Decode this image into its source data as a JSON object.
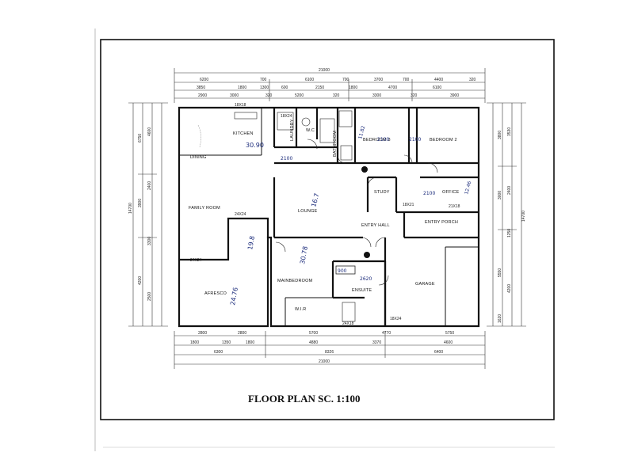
{
  "title": "FLOOR PLAN SC. 1:100",
  "rooms": {
    "kitchen": "KITCHEN",
    "dining": "DINING",
    "family": "FAMILY ROOM",
    "laundry": "LAUNDRY",
    "wc": "W.C",
    "bathroom": "BATHROOM",
    "bed3": "BEDROOM 3",
    "bed2": "BEDROOM 2",
    "study": "STUDY",
    "office": "OFFICE",
    "lounge": "LOUNGE",
    "entry_hall": "ENTRY HALL",
    "entry_porch": "ENTRY PORCH",
    "alfresco": "AFRESCO",
    "main_bed": "MAINBEDROOM",
    "wir": "W.I.R",
    "ensuite": "ENSUITE",
    "garage": "GARAGE"
  },
  "dims_top": {
    "overall": "21000",
    "row2": [
      "6200",
      "700",
      "6100",
      "700",
      "3700",
      "700",
      "4400",
      "320"
    ],
    "row3": [
      "3850",
      "1800",
      "1300",
      "600",
      "2150",
      "1800",
      "4700",
      "6100"
    ],
    "row4": [
      "2900",
      "3000",
      "320",
      "5200",
      "320",
      "3300",
      "320",
      "3900"
    ]
  },
  "dims_bottom": {
    "overall": "21000",
    "row1": [
      "2800",
      "2800",
      "5700",
      "4770",
      "5750"
    ],
    "row2": [
      "1800",
      "1350",
      "1800",
      "4880",
      "3370",
      "4600"
    ],
    "row3": [
      "6300",
      "8326",
      "6400"
    ]
  },
  "dims_left": {
    "overall": "14700",
    "row1": [
      "6750",
      "3900",
      "4200"
    ],
    "row2": [
      "4600",
      "2400",
      "3300",
      "2500"
    ]
  },
  "dims_right": {
    "overall": "14700",
    "row1": [
      "3800",
      "3000",
      "5550",
      "1620"
    ],
    "row2": [
      "3530",
      "2400",
      "1250",
      "4200"
    ]
  },
  "window_tags": {
    "w1": "18X18",
    "w2": "18X24",
    "w3": "24X24",
    "w4": "24X24",
    "w5": "18X24",
    "w6": "21X18",
    "w7": "24X18",
    "w8": "18X21"
  },
  "handwritten": {
    "h1": "30.90",
    "h2": "2100",
    "h3": "2100",
    "h4": "2100",
    "h5": "2100",
    "h6": "19.8",
    "h7": "24.76",
    "h8": "30.78",
    "h9": "11.82",
    "h10": "12.46",
    "h11": "2620",
    "h12": "900",
    "h13": "16.7"
  },
  "colors": {
    "ink": "#111111",
    "handwriting": "#1a2a7a",
    "paper": "#ffffff"
  }
}
